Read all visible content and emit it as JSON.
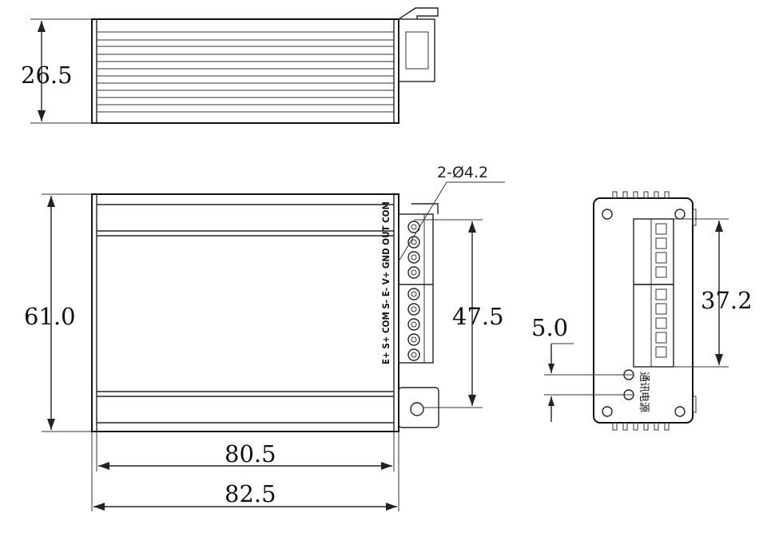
{
  "dimensions": {
    "height_side": "26.5",
    "width_front": "61.0",
    "length_inner": "80.5",
    "length_outer": "82.5",
    "mount_spacing": "47.5",
    "terminal_height": "37.2",
    "led_spacing": "5.0",
    "hole_note": "2-Ø4.2"
  },
  "terminals": {
    "labels": "E+ S+ COM S- E- V+ GND OUT COM"
  },
  "indicators": {
    "led1": "通讯",
    "led2": "电源"
  }
}
